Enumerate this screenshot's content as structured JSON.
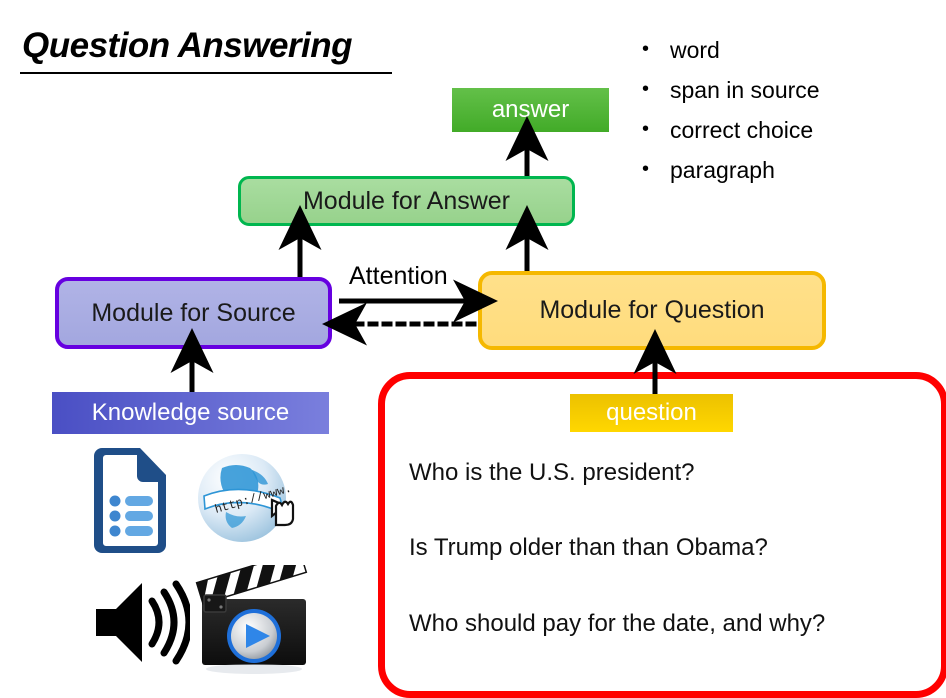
{
  "slide": {
    "title": "Question Answering"
  },
  "answer_types": {
    "bullet_glyph": "•",
    "items": [
      {
        "label": "word"
      },
      {
        "label": "span in source"
      },
      {
        "label": "correct choice"
      },
      {
        "label": "paragraph"
      }
    ]
  },
  "pipeline": {
    "answer_box": {
      "label": "answer",
      "fill": "#4eb432",
      "text_color": "#ffffff"
    },
    "module_answer": {
      "label": "Module for Answer",
      "border": "#00b64f",
      "fill": "#a0d795"
    },
    "module_source": {
      "label": "Module for Source",
      "border": "#6600e0",
      "fill": "#a9ace2"
    },
    "module_question": {
      "label": "Module for Question",
      "border": "#f5b800",
      "fill": "#ffdd83"
    },
    "knowledge_source": {
      "label": "Knowledge source",
      "fill": "#5257cc",
      "text_color": "#ffffff"
    },
    "question_chip": {
      "label": "question",
      "fill": "#f5cc00",
      "text_color": "#ffffff"
    },
    "attention_label": "Attention"
  },
  "knowledge_icons": [
    {
      "name": "document-icon",
      "title": "document"
    },
    {
      "name": "web-globe-icon",
      "title": "web",
      "caption": "http://www."
    },
    {
      "name": "audio-speaker-icon",
      "title": "audio"
    },
    {
      "name": "video-clapperboard-icon",
      "title": "video"
    }
  ],
  "question_examples": {
    "border_color": "#ff0000",
    "lines": [
      "Who is the U.S. president?",
      "Is Trump older than than Obama?",
      "Who should pay for the date, and why?"
    ]
  }
}
